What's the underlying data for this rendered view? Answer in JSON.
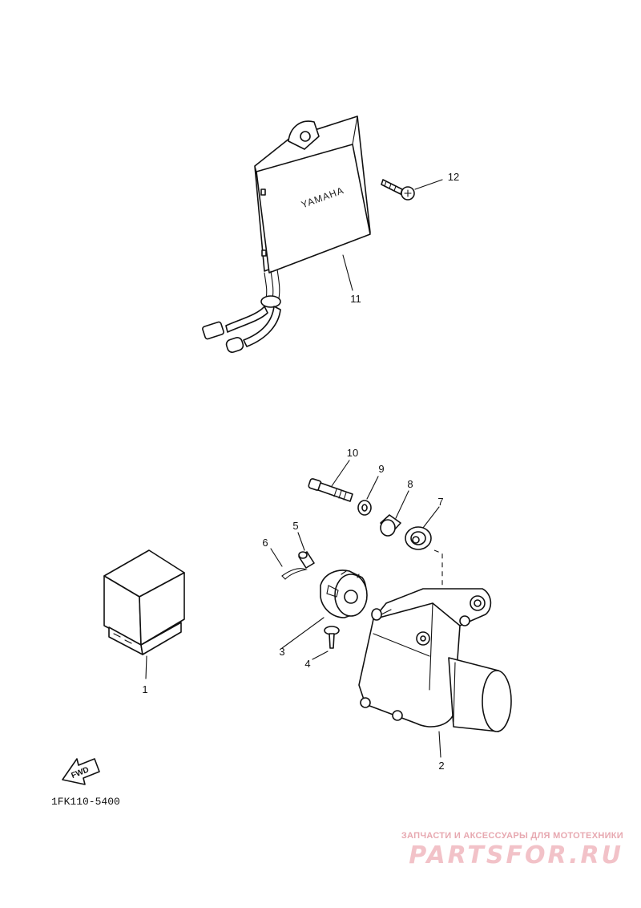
{
  "diagram": {
    "brand_label": "YAMAHA",
    "fwd_label": "FWD",
    "diagram_code": "1FK110-5400",
    "callouts": [
      "1",
      "2",
      "3",
      "4",
      "5",
      "6",
      "7",
      "8",
      "9",
      "10",
      "11",
      "12"
    ]
  },
  "watermark": {
    "tagline": "ЗАПЧАСТИ И АКСЕССУАРЫ ДЛЯ МОТОТЕХНИКИ",
    "logo": "PARTSFOR.RU",
    "color": "#f2c2c8"
  }
}
